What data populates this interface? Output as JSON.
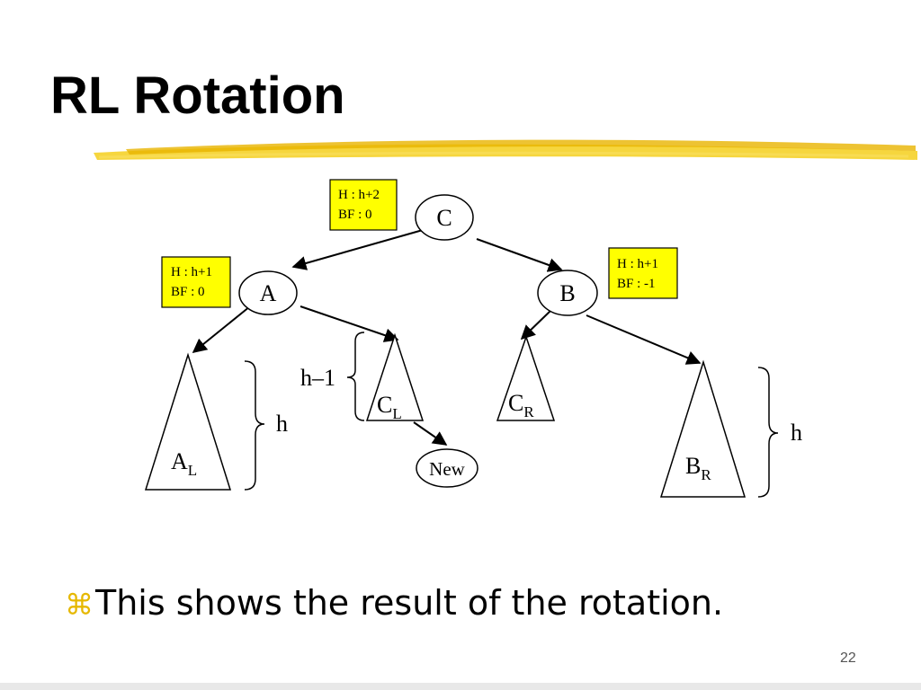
{
  "slide": {
    "title": "RL Rotation",
    "bullet_text": "This shows the result of the rotation.",
    "bullet_icon": "command-key-icon",
    "page_number": "22",
    "accent_color": "#f2c200",
    "box_color": "#ffff00"
  },
  "diagram": {
    "nodes": {
      "c": "C",
      "a": "A",
      "b": "B",
      "new": "New"
    },
    "info_boxes": {
      "c": {
        "height": "H : h+2",
        "bf": "BF : 0"
      },
      "a": {
        "height": "H : h+1",
        "bf": "BF : 0"
      },
      "b": {
        "height": "H : h+1",
        "bf": "BF : -1"
      }
    },
    "subtrees": {
      "al": {
        "main": "A",
        "sub": "L"
      },
      "cl": {
        "main": "C",
        "sub": "L"
      },
      "cr": {
        "main": "C",
        "sub": "R"
      },
      "br": {
        "main": "B",
        "sub": "R"
      }
    },
    "brace_labels": {
      "h_minus_1": "h–1",
      "left_h": "h",
      "right_h": "h"
    }
  }
}
